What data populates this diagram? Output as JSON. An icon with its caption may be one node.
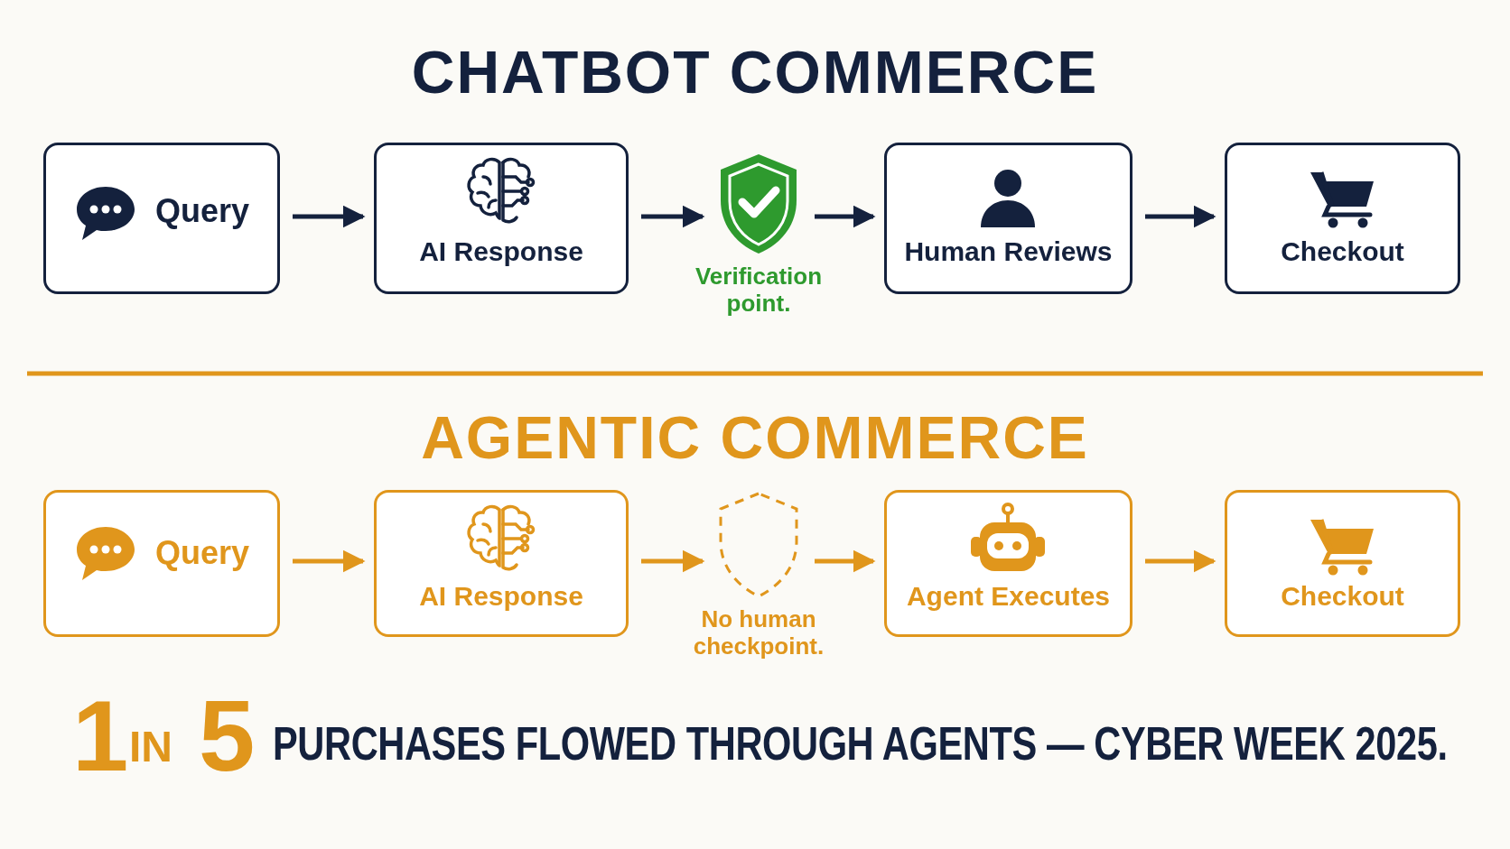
{
  "diagram": {
    "title": "CHATBOT COMMERCE",
    "nodes": [
      {
        "text": [
          "Query"
        ]
      },
      {
        "text": [
          "AI Response"
        ]
      },
      {
        "text": [
          "Verification point."
        ]
      },
      {
        "text": [
          "Human Reviews"
        ]
      },
      {
        "text": [
          "Checkout"
        ]
      },
      {
        "text": [
          "Query"
        ]
      },
      {
        "text": [
          "AI Response"
        ]
      },
      {
        "text": [
          "No human checkpoint."
        ]
      },
      {
        "text": [
          "Agent Executes"
        ]
      },
      {
        "text": [
          "Checkout"
        ]
      }
    ],
    "edges": [
      {
        "from": 0,
        "to": 1,
        "arrow": "to",
        "color": "#14213d"
      },
      {
        "from": 1,
        "to": 2,
        "arrow": "to",
        "color": "#14213d"
      },
      {
        "from": 2,
        "to": 3,
        "arrow": "to",
        "color": "#14213d"
      },
      {
        "from": 3,
        "to": 4,
        "arrow": "to",
        "color": "#14213d"
      },
      {
        "from": 5,
        "to": 6,
        "arrow": "to",
        "color": "#e0961c"
      },
      {
        "from": 6,
        "to": 7,
        "arrow": "to",
        "color": "#e0961c"
      },
      {
        "from": 7,
        "to": 8,
        "arrow": "to",
        "color": "#e0961c"
      },
      {
        "from": 8,
        "to": 9,
        "arrow": "to",
        "color": "#e0961c"
      }
    ],
    "labels": [
      "AGENTIC COMMERCE",
      "1",
      "IN",
      "5",
      "PURCHASES FLOWED THROUGH AGENTS — CYBER WEEK 2025."
    ]
  }
}
